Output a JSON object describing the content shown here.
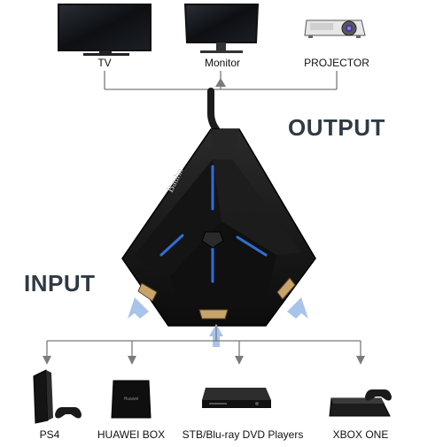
{
  "output_label": "OUTPUT",
  "input_label": "INPUT",
  "brand": "Bauhn",
  "outputs": [
    {
      "label": "TV",
      "icon": "tv-icon"
    },
    {
      "label": "Monitor",
      "icon": "monitor-icon"
    },
    {
      "label": "PROJECTOR",
      "icon": "projector-icon"
    }
  ],
  "inputs": [
    {
      "label": "PS4",
      "icon": "ps4-console-icon"
    },
    {
      "label": "HUAWEI BOX",
      "icon": "tv-box-icon"
    },
    {
      "label": "STB/Blu-ray DVD Players",
      "icon": "dvd-player-icon"
    },
    {
      "label": "XBOX ONE",
      "icon": "xbox-console-icon"
    }
  ],
  "colors": {
    "line": "#7b7b7b",
    "heading": "#2f3a45",
    "switch_body": "#171717",
    "led": "#2f6fd6",
    "arrow": "#a9c4ea",
    "hdmi_port": "#c8a46a"
  }
}
